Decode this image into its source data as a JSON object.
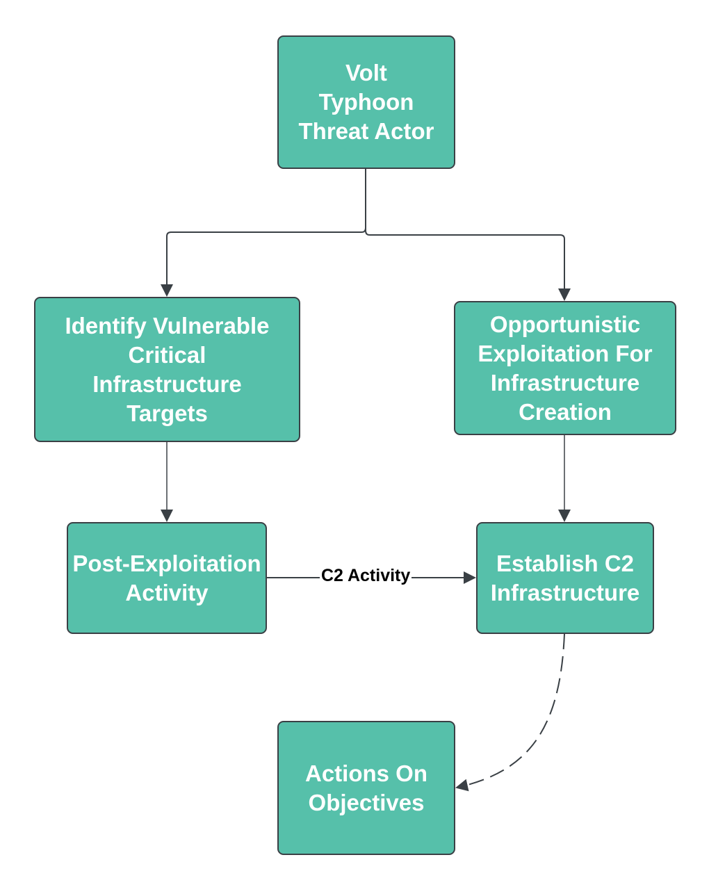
{
  "diagram": {
    "nodes": {
      "threat_actor": "Volt\nTyphoon\nThreat Actor",
      "identify_targets": "Identify Vulnerable\nCritical\nInfrastructure\nTargets",
      "opportunistic_exploitation": "Opportunistic\nExploitation For\nInfrastructure\nCreation",
      "post_exploitation": "Post-Exploitation\nActivity",
      "establish_c2": "Establish C2\nInfrastructure",
      "actions_on_objectives": "Actions On\nObjectives"
    },
    "edges": {
      "c2_activity_label": "C2 Activity"
    },
    "colors": {
      "node_fill": "#56c0aa",
      "node_border": "#3a4045",
      "node_text": "#ffffff",
      "connector": "#3a4045"
    }
  }
}
